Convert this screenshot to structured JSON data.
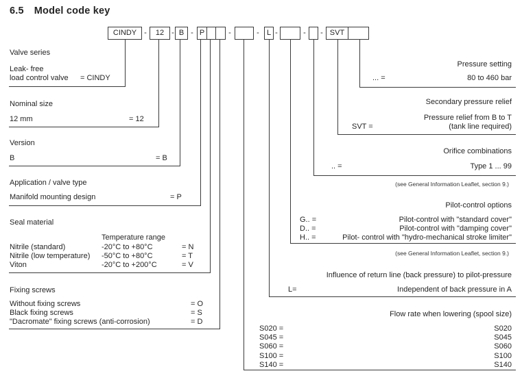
{
  "title": {
    "number": "6.5",
    "text": "Model code key"
  },
  "code_row": {
    "dash": "-",
    "series": "CINDY",
    "size": "12",
    "version": "B",
    "app": "P",
    "app_cell2": " ",
    "app_cell3": " ",
    "flow_cell": " ",
    "return_line": "L",
    "pilot_cell": " ",
    "orifice_cell": " ",
    "svt": "SVT",
    "svt_cell2": " "
  },
  "left": {
    "valve_series": {
      "heading": "Valve series",
      "row1": "Leak- free",
      "row2": "load control valve",
      "code": "= CINDY"
    },
    "nominal_size": {
      "heading": "Nominal size",
      "label": "12 mm",
      "code": "= 12"
    },
    "version": {
      "heading": "Version",
      "label": "B",
      "code": "= B"
    },
    "application": {
      "heading": "Application / valve type",
      "label": "Manifold mounting design",
      "code": "= P"
    },
    "seal_material": {
      "heading": "Seal material",
      "col_header": "Temperature range",
      "rows": [
        {
          "name": "Nitrile (standard)",
          "temp": "-20°C to +80°C",
          "code": "= N"
        },
        {
          "name": "Nitrile (low temperature)",
          "temp": "-50°C to +80°C",
          "code": "= T"
        },
        {
          "name": "Viton",
          "temp": "-20°C to +200°C",
          "code": "= V"
        }
      ]
    },
    "fixing_screws": {
      "heading": "Fixing screws",
      "rows": [
        {
          "name": "Without fixing screws",
          "code": "= O"
        },
        {
          "name": "Black fixing screws",
          "code": "= S"
        },
        {
          "name": "\"Dacromate\" fixing screws (anti-corrosion)",
          "code": "= D"
        }
      ]
    }
  },
  "right": {
    "pressure_setting": {
      "heading": "Pressure setting",
      "label": "... =",
      "value": "80 to 460 bar"
    },
    "secondary_relief": {
      "heading": "Secondary pressure relief",
      "label": "SVT =",
      "line1": "Pressure relief from B to T",
      "line2": "(tank line required)"
    },
    "orifice": {
      "heading": "Orifice combinations",
      "label": ".. =",
      "value": "Type 1 ... 99",
      "note": "(see General Information Leaflet, section 9.)"
    },
    "pilot_control": {
      "heading": "Pilot-control options",
      "rows": [
        {
          "label": "G.. =",
          "value": "Pilot-control with \"standard cover\""
        },
        {
          "label": "D.. =",
          "value": "Pilot-control with \"damping cover\""
        },
        {
          "label": "H.. =",
          "value": "Pilot- control with \"hydro-mechanical stroke limiter\""
        }
      ],
      "note": "(see General Information Leaflet, section 9.)"
    },
    "return_influence": {
      "heading": "Influence of return line (back pressure) to pilot-pressure",
      "label": "L=",
      "value": "Independent of back pressure in A"
    },
    "flow_rate": {
      "heading": "Flow rate when lowering (spool size)",
      "rows": [
        {
          "label": "S020 =",
          "value": "S020"
        },
        {
          "label": "S045 =",
          "value": "S045"
        },
        {
          "label": "S060 =",
          "value": "S060"
        },
        {
          "label": "S100 =",
          "value": "S100"
        },
        {
          "label": "S140 =",
          "value": "S140"
        }
      ]
    }
  }
}
